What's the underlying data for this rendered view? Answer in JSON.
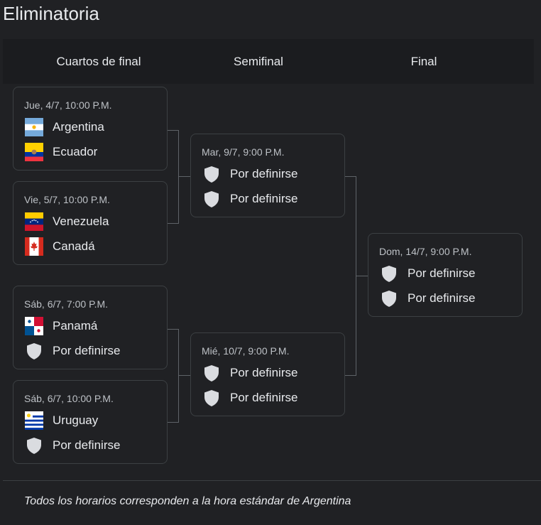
{
  "title": "Eliminatoria",
  "stages": [
    "Cuartos de final",
    "Semifinal",
    "Final"
  ],
  "matches": {
    "qf1": {
      "date": "Jue, 4/7, 10:00 P.M.",
      "team1": {
        "name": "Argentina",
        "icon": "argentina-flag"
      },
      "team2": {
        "name": "Ecuador",
        "icon": "ecuador-flag"
      }
    },
    "qf2": {
      "date": "Vie, 5/7, 10:00 P.M.",
      "team1": {
        "name": "Venezuela",
        "icon": "venezuela-flag"
      },
      "team2": {
        "name": "Canadá",
        "icon": "canada-flag"
      }
    },
    "qf3": {
      "date": "Sáb, 6/7, 7:00 P.M.",
      "team1": {
        "name": "Panamá",
        "icon": "panama-flag"
      },
      "team2": {
        "name": "Por definirse",
        "icon": "shield-icon"
      }
    },
    "qf4": {
      "date": "Sáb, 6/7, 10:00 P.M.",
      "team1": {
        "name": "Uruguay",
        "icon": "uruguay-flag"
      },
      "team2": {
        "name": "Por definirse",
        "icon": "shield-icon"
      }
    },
    "sf1": {
      "date": "Mar, 9/7, 9:00 P.M.",
      "team1": {
        "name": "Por definirse",
        "icon": "shield-icon"
      },
      "team2": {
        "name": "Por definirse",
        "icon": "shield-icon"
      }
    },
    "sf2": {
      "date": "Mié, 10/7, 9:00 P.M.",
      "team1": {
        "name": "Por definirse",
        "icon": "shield-icon"
      },
      "team2": {
        "name": "Por definirse",
        "icon": "shield-icon"
      }
    },
    "final": {
      "date": "Dom, 14/7, 9:00 P.M.",
      "team1": {
        "name": "Por definirse",
        "icon": "shield-icon"
      },
      "team2": {
        "name": "Por definirse",
        "icon": "shield-icon"
      }
    }
  },
  "footnote": "Todos los horarios corresponden a la hora estándar de Argentina",
  "colors": {
    "background": "#202124",
    "card_border": "#3c4043",
    "connector": "#5f6368",
    "text": "#e8eaed",
    "muted": "#bdc1c6"
  }
}
